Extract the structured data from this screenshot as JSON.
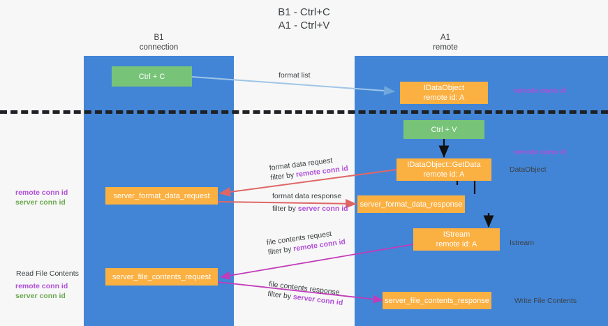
{
  "diagram": {
    "title": "B1 - Ctrl+C\nA1 - Ctrl+V",
    "lanes": [
      {
        "id": "b1",
        "title": "B1\nconnection",
        "color": "#4285d6"
      },
      {
        "id": "a1",
        "title": "A1\nremote",
        "color": "#4285d6"
      }
    ],
    "boxes": {
      "ctrl_c": "Ctrl + C",
      "ctrl_v": "Ctrl + V",
      "idataobject": "IDataObject\nremote id: A",
      "idataobject_getdata": "IDataObject::GetData\nremote id: A",
      "istream": "IStream\nremote id: A",
      "server_format_data_request": "server_format_data_request",
      "server_format_data_response": "server_format_data_response",
      "server_file_contents_request": "server_file_contents_request",
      "server_file_contents_response": "server_file_contents_response"
    },
    "edge_labels": {
      "format_list": "format list",
      "format_data_request": "format data request",
      "format_data_request_filter_prefix": "filter by ",
      "format_data_request_filter_key": "remote conn id",
      "format_data_response": "format data response",
      "format_data_response_filter_prefix": "filter by ",
      "format_data_response_filter_key": "server conn id",
      "file_contents_request": "file contents request",
      "file_contents_request_filter_prefix": "filter by ",
      "file_contents_request_filter_key": "remote conn id",
      "file_contents_response": "file contents response",
      "file_contents_response_filter_prefix": "filter by ",
      "file_contents_response_filter_key": "server conn id"
    },
    "annotations": {
      "right_remote_conn_id_top": "remote conn id",
      "right_remote_conn_id_mid": "remote conn id",
      "right_dataobject": "DataObject",
      "right_istream": "Istream",
      "right_write_file_contents": "Write File Contents",
      "left_remote_conn_id_mid": "remote conn id",
      "left_server_conn_id_mid": "server conn id",
      "left_read_file_contents": "Read File Contents",
      "left_remote_conn_id_bottom": "remote conn id",
      "left_server_conn_id_bottom": "server conn id"
    },
    "colors": {
      "lane": "#4285d6",
      "green_box": "#77c478",
      "orange_box": "#fbb042",
      "purple_keyword": "#b14fd8",
      "green_keyword": "#6aa84f",
      "arrow_blue": "#9fc5e8",
      "arrow_red": "#e06666",
      "arrow_magenta": "#c23bbb",
      "arrow_black": "#111111",
      "separator": "#202124"
    }
  }
}
